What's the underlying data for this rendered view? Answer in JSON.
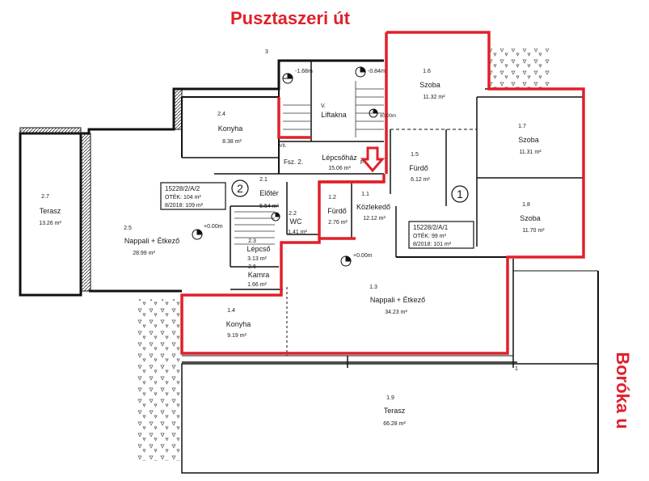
{
  "street_top": "Pusztaszeri út",
  "street_right": "Boróka u",
  "accent_color": "#e0202a",
  "rooms": {
    "r2_7": {
      "num": "2.7",
      "name": "Terasz",
      "area": "13.26 m²"
    },
    "r2_5": {
      "num": "2.5",
      "name": "Nappali + Étkező",
      "area": "28.99 m²"
    },
    "r2_4": {
      "num": "2.4",
      "name": "Konyha",
      "area": "8.38 m²"
    },
    "r2_1": {
      "num": "2.1",
      "name": "Előtér",
      "area": "5.54 m²"
    },
    "r2_2": {
      "num": "2.2",
      "name": "WC",
      "area": "1.41 m²"
    },
    "r2_3": {
      "num": "2.3",
      "name": "Lépcső",
      "area": "3.13 m²"
    },
    "r2_6": {
      "num": "2.6",
      "name": "Kamra",
      "area": "1.66 m²"
    },
    "r1_6": {
      "num": "1.6",
      "name": "Szoba",
      "area": "11.32 m²"
    },
    "r1_7": {
      "num": "1.7",
      "name": "Szoba",
      "area": "11.31 m²"
    },
    "r1_8": {
      "num": "1.8",
      "name": "Szoba",
      "area": "11.70 m²"
    },
    "r1_5": {
      "num": "1.5",
      "name": "Fürdő",
      "area": "6.12 m²"
    },
    "r1_1": {
      "num": "1.1",
      "name": "Közlekedő",
      "area": "12.12 m²"
    },
    "r1_2": {
      "num": "1.2",
      "name": "Fürdő",
      "area": "2.76 m²"
    },
    "r1_3": {
      "num": "1.3",
      "name": "Nappali + Étkező",
      "area": "34.23 m²"
    },
    "r1_4": {
      "num": "1.4",
      "name": "Konyha",
      "area": "9.19 m²"
    },
    "r1_9": {
      "num": "1.9",
      "name": "Terasz",
      "area": "66.28 m²"
    },
    "lift": {
      "num": "V.",
      "name": "Liftakna"
    },
    "stair": {
      "num": "VII.",
      "name": "Lépcsőház",
      "area": "15.06 m²",
      "tag": "Fsz. 2."
    }
  },
  "units": {
    "u2": {
      "circle": "2",
      "code": "15228/2/A/2",
      "otek": "OTÉK: 104 m²",
      "area2018": "8/2018: 109 m²"
    },
    "u1": {
      "circle": "1",
      "code": "15228/2/A/1",
      "otek": "OTÉK: 99 m²",
      "area2018": "8/2018: 101 m²"
    }
  },
  "levels": {
    "l1": "-1.68m",
    "l2": "-0.84m",
    "l3": "+0.00m",
    "l4": "+0.00m",
    "l5": "±0.00m"
  },
  "misc": {
    "corner_3": "3",
    "corner_1": "1",
    "stair_tag_right": "F"
  }
}
